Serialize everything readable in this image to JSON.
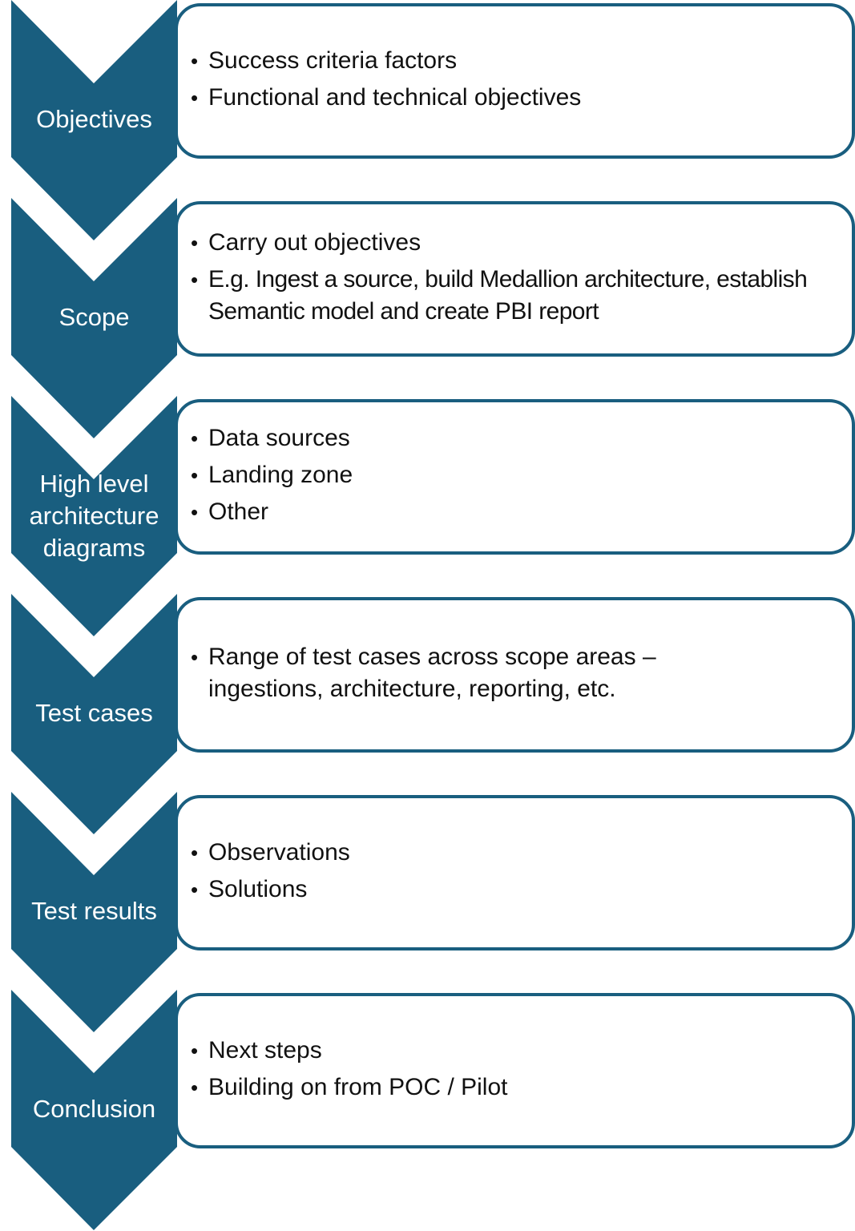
{
  "colors": {
    "accent": "#195e7f",
    "text": "#111111",
    "label_text": "#ffffff",
    "background": "#ffffff"
  },
  "stages": [
    {
      "label": "Objectives",
      "bullets": [
        "Success criteria factors",
        "Functional and technical objectives"
      ]
    },
    {
      "label": "Scope",
      "bullets": [
        "Carry out objectives",
        "E.g. Ingest a source, build Medallion architecture, establish Semantic model and create PBI report"
      ]
    },
    {
      "label": "High level architecture diagrams",
      "bullets": [
        "Data sources",
        "Landing zone",
        "Other"
      ]
    },
    {
      "label": "Test cases",
      "bullets": [
        "Range of test cases across scope areas – ingestions, architecture, reporting, etc."
      ]
    },
    {
      "label": "Test results",
      "bullets": [
        "Observations",
        "Solutions"
      ]
    },
    {
      "label": "Conclusion",
      "bullets": [
        "Next steps",
        "Building on from POC / Pilot"
      ]
    }
  ],
  "bullet_glyph": "•"
}
